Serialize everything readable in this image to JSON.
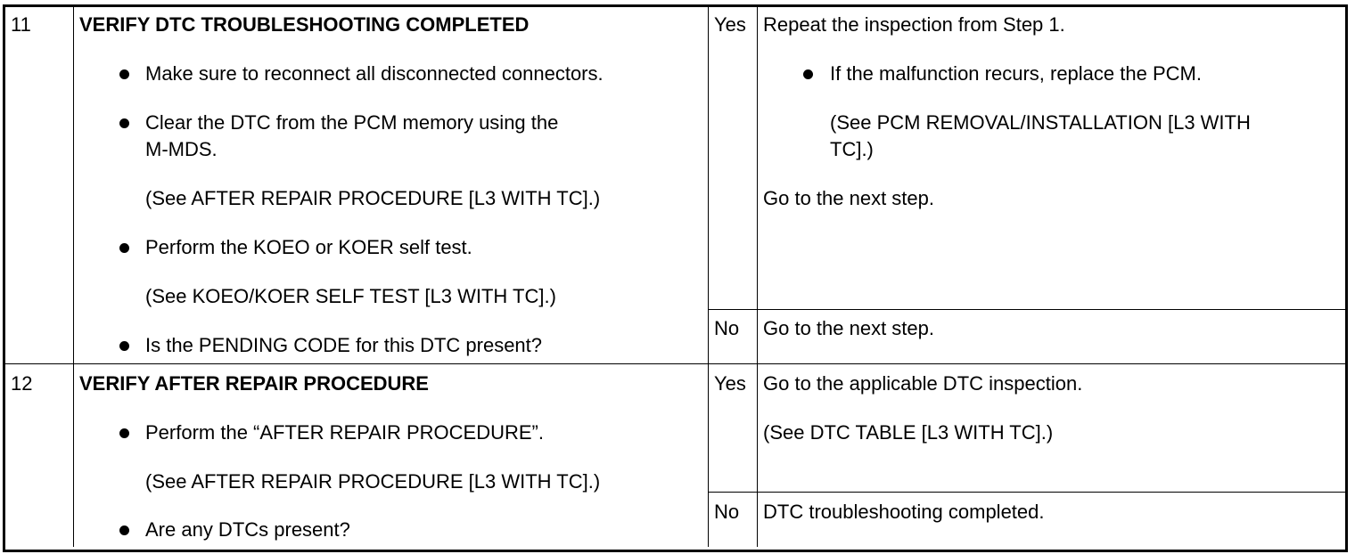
{
  "steps": [
    {
      "number": "11",
      "title": "VERIFY DTC TROUBLESHOOTING COMPLETED",
      "items": {
        "reconnect": "Make sure to reconnect all disconnected connectors.",
        "clear_line1": "Clear the DTC from the PCM memory using the",
        "clear_line2": "M-MDS.",
        "clear_ref": "(See AFTER REPAIR PROCEDURE [L3 WITH TC].)",
        "selftest": "Perform the KOEO or KOER self test.",
        "selftest_ref": "(See KOEO/KOER SELF TEST [L3 WITH TC].)",
        "question": "Is the PENDING CODE for this DTC present?"
      },
      "yes": {
        "label": "Yes",
        "line1": "Repeat the inspection from Step 1.",
        "bullet": "If the malfunction recurs, replace the PCM.",
        "ref_line1": "(See PCM REMOVAL/INSTALLATION [L3 WITH",
        "ref_line2": "TC].)",
        "next": "Go to the next step."
      },
      "no": {
        "label": "No",
        "action": "Go to the next step."
      }
    },
    {
      "number": "12",
      "title": "VERIFY AFTER REPAIR PROCEDURE",
      "items": {
        "perform": "Perform the “AFTER REPAIR PROCEDURE”.",
        "perform_ref": "(See AFTER REPAIR PROCEDURE [L3 WITH TC].)",
        "question": "Are any DTCs present?"
      },
      "yes": {
        "label": "Yes",
        "line1": "Go to the applicable DTC inspection.",
        "ref": "(See DTC TABLE [L3 WITH TC].)"
      },
      "no": {
        "label": "No",
        "action": "DTC troubleshooting completed."
      }
    }
  ]
}
